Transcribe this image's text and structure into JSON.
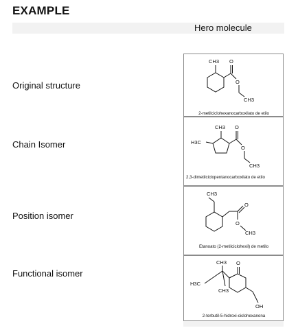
{
  "title": "EXAMPLE",
  "column_header": "Hero molecule",
  "rows": [
    {
      "label": "Original structure",
      "caption": "2-metilciclohexanocarboxilato de etilo",
      "atoms": [
        "CH3",
        "O",
        "O",
        "CH3"
      ]
    },
    {
      "label": "Chain Isomer",
      "caption": "2,3-dimetilciclopentanocarboxilato de etilo",
      "atoms": [
        "CH3",
        "H3C",
        "O",
        "O",
        "CH3"
      ]
    },
    {
      "label": "Position isomer",
      "caption": "Etanoato (2-metilciclohexil) de metilo",
      "atoms": [
        "CH3",
        "O",
        "O",
        "CH3"
      ]
    },
    {
      "label": "Functional isomer",
      "caption": "2-terbutil-5-hidroxi-ciclohexanona",
      "atoms": [
        "CH3",
        "O",
        "H3C",
        "CH3",
        "OH"
      ]
    }
  ]
}
